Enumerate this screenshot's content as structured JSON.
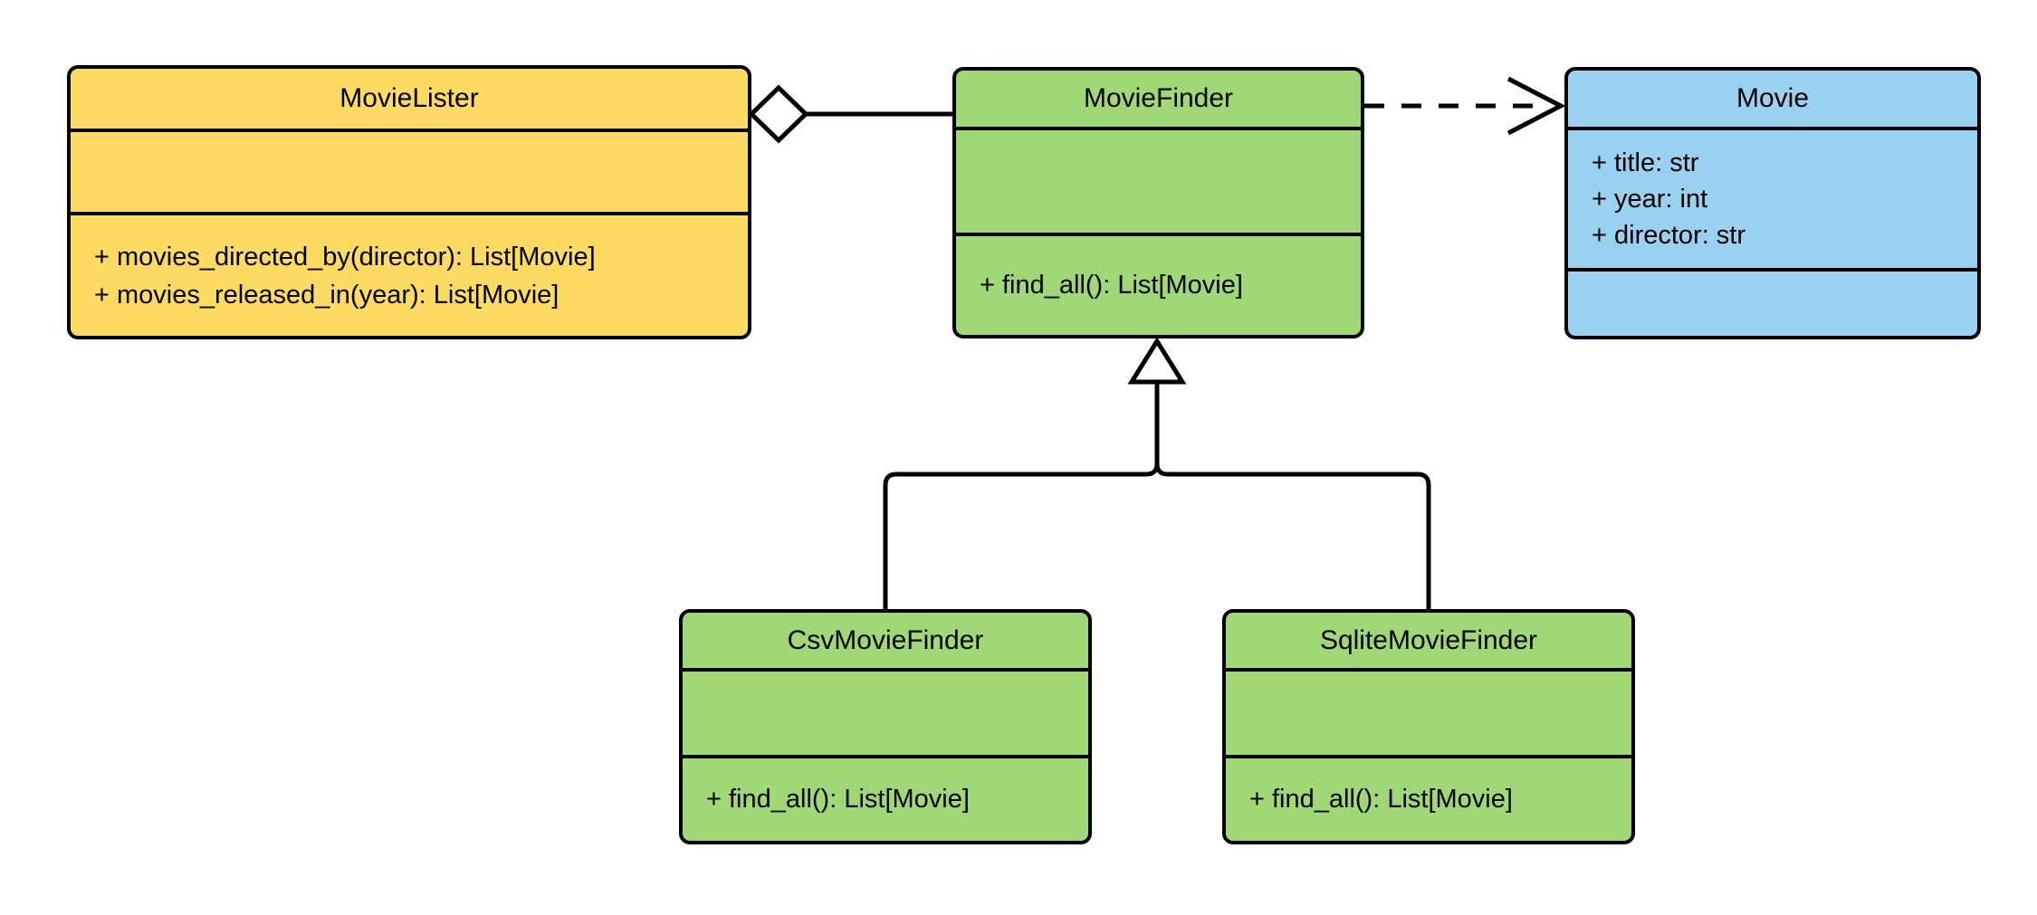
{
  "diagram": {
    "type": "uml-class-diagram",
    "background": "#ffffff",
    "colors": {
      "yellow": "#fdda64",
      "green": "#a0d878",
      "blue": "#9ad1f0",
      "stroke": "#000000"
    },
    "classes": [
      {
        "name": "MovieLister",
        "color": "yellow",
        "attributes": [],
        "methods": [
          "+ movies_directed_by(director): List[Movie]",
          "+ movies_released_in(year): List[Movie]"
        ]
      },
      {
        "name": "MovieFinder",
        "color": "green",
        "attributes": [],
        "methods": [
          "+ find_all(): List[Movie]"
        ]
      },
      {
        "name": "Movie",
        "color": "blue",
        "attributes": [
          "+ title: str",
          "+ year: int",
          "+ director: str"
        ],
        "methods": []
      },
      {
        "name": "CsvMovieFinder",
        "color": "green",
        "attributes": [],
        "methods": [
          "+ find_all(): List[Movie]"
        ]
      },
      {
        "name": "SqliteMovieFinder",
        "color": "green",
        "attributes": [],
        "methods": [
          "+ find_all(): List[Movie]"
        ]
      }
    ],
    "relationships": [
      {
        "type": "aggregation",
        "from": "MovieLister",
        "to": "MovieFinder",
        "line": "solid",
        "marker": "hollow-diamond"
      },
      {
        "type": "dependency",
        "from": "MovieFinder",
        "to": "Movie",
        "line": "dashed",
        "marker": "open-arrow"
      },
      {
        "type": "inheritance",
        "from": "CsvMovieFinder",
        "to": "MovieFinder",
        "line": "solid",
        "marker": "hollow-triangle"
      },
      {
        "type": "inheritance",
        "from": "SqliteMovieFinder",
        "to": "MovieFinder",
        "line": "solid",
        "marker": "hollow-triangle"
      }
    ]
  }
}
